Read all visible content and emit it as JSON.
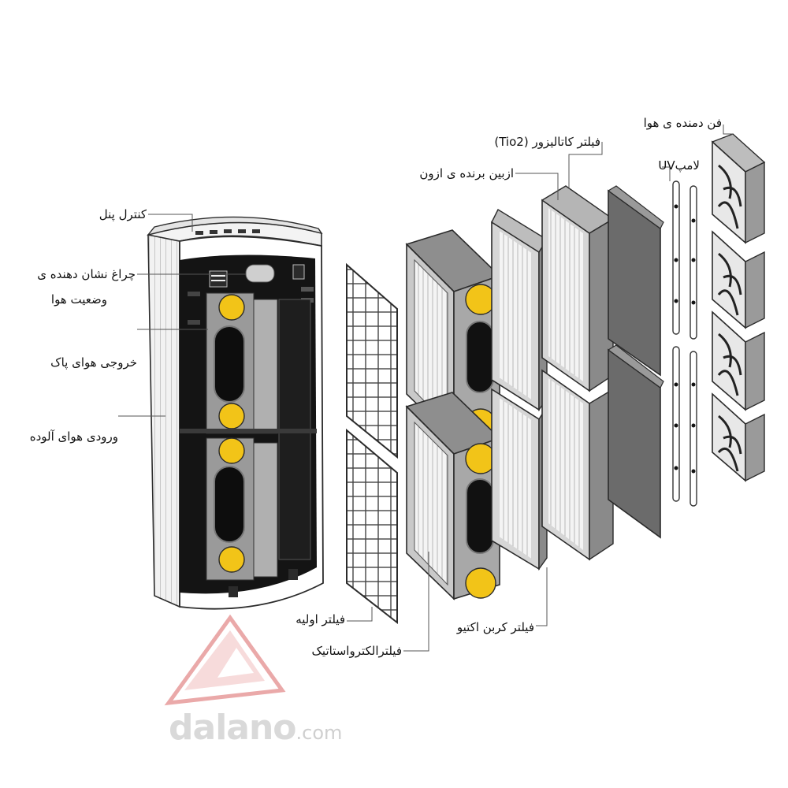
{
  "labels": {
    "control_panel": "کنترل پنل",
    "indicator_line1": "چراغ نشان دهنده ی",
    "indicator_line2": "وضعیت هوا",
    "clean_air_outlet": "خروجی هوای پاک",
    "polluted_air_inlet": "ورودی هوای آلوده",
    "fan": "فن دمنده ی هوا",
    "catalyst_filter": "فیلتر کاتالیزور (Tio2)",
    "ozone_remover": "ازبین برنده ی ازون",
    "uv_lamp": "لامپUV",
    "primary_filter": "فیلتر اولیه",
    "electrostatic_filter": "فیلترالکترواستاتیک",
    "carbon_filter": "فیلتر کربن اکتیو"
  },
  "watermark": {
    "brand": "dalano",
    "suffix": ".com"
  },
  "colors": {
    "outline": "#2b2b2b",
    "body": "#ffffff",
    "panel_dark": "#141414",
    "frame_gray": "#b4b4b4",
    "filter_dark": "#6b6b6b",
    "rotor_yellow": "#f2c418",
    "watermark_red": "#e8a0a0",
    "watermark_gray": "#d9d9d9"
  }
}
